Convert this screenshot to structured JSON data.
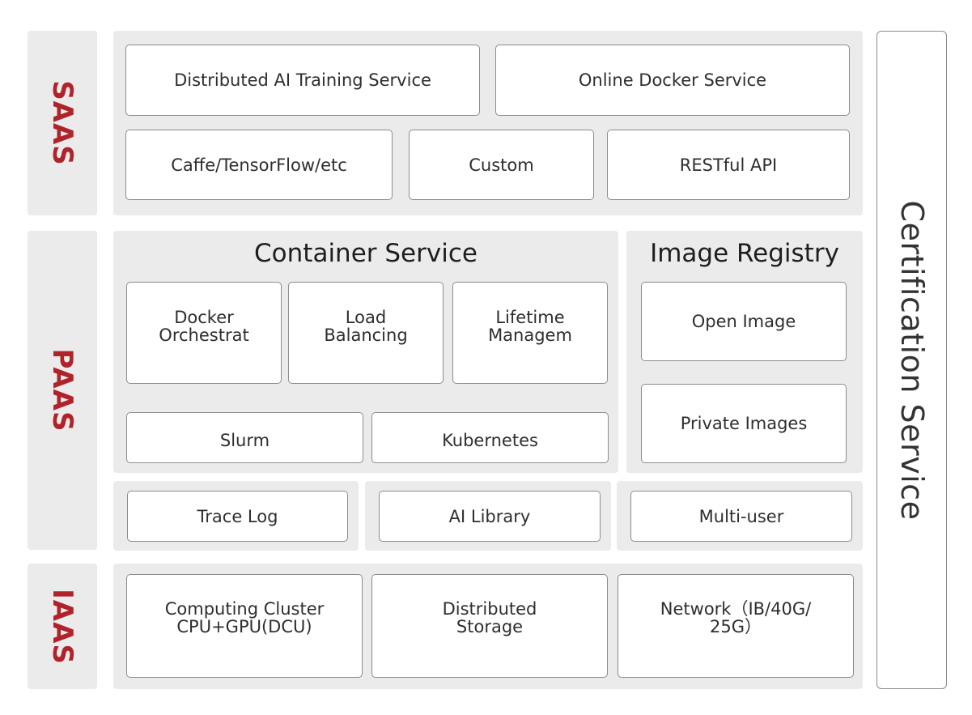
{
  "layers": {
    "saas": "SAAS",
    "paas": "PAAS",
    "iaas": "IAAS"
  },
  "saas": {
    "distributed_ai_training": "Distributed AI Training Service",
    "online_docker": "Online Docker Service",
    "frameworks": "Caffe/TensorFlow/etc",
    "custom": "Custom",
    "restful_api": "RESTful API"
  },
  "paas": {
    "container_service": {
      "title": "Container Service",
      "docker_orchestrat": "Docker\nOrchestrat",
      "load_balancing": "Load\nBalancing",
      "lifetime_managem": "Lifetime\nManagem",
      "slurm": "Slurm",
      "kubernetes": "Kubernetes"
    },
    "image_registry": {
      "title": "Image Registry",
      "open_image": "Open Image",
      "private_images": "Private Images"
    },
    "trace_log": "Trace Log",
    "ai_library": "AI Library",
    "multi_user": "Multi-user"
  },
  "iaas": {
    "computing_cluster": "Computing Cluster\nCPU+GPU(DCU)",
    "distributed_storage": "Distributed\nStorage",
    "network": "Network（IB/40G/\n25G）"
  },
  "certification_service": "Certification Service",
  "colors": {
    "layer_label": "#b0232a",
    "panel_bg": "#ebebeb",
    "box_border": "#8c8c8c"
  }
}
